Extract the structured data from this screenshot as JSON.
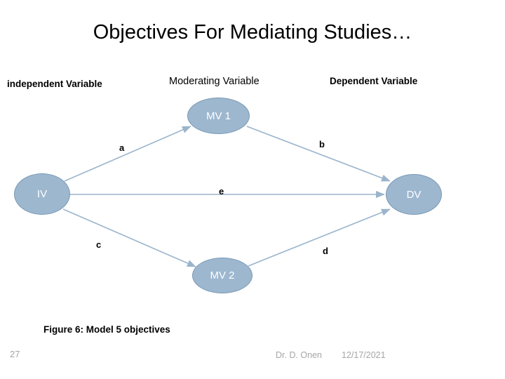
{
  "slide": {
    "title": "Objectives For Mediating Studies…",
    "caption": "Figure 6: Model 5 objectives",
    "page_number": "27",
    "footer_author": "Dr. D. Onen",
    "footer_date": "12/17/2021"
  },
  "column_headers": {
    "independent": "independent Variable",
    "moderating": "Moderating Variable",
    "dependent": "Dependent Variable"
  },
  "diagram": {
    "type": "node-link",
    "node_fill": "#9db7cf",
    "node_stroke": "#7a99b5",
    "arrow_color": "#9ab4cc",
    "nodes": [
      {
        "id": "MV1",
        "label": "MV 1"
      },
      {
        "id": "IV",
        "label": "IV"
      },
      {
        "id": "DV",
        "label": "DV"
      },
      {
        "id": "MV2",
        "label": "MV 2"
      }
    ],
    "edges": [
      {
        "id": "a",
        "label": "a",
        "from": "IV",
        "to": "MV1"
      },
      {
        "id": "b",
        "label": "b",
        "from": "MV1",
        "to": "DV"
      },
      {
        "id": "e",
        "label": "e",
        "from": "IV",
        "to": "DV"
      },
      {
        "id": "c",
        "label": "c",
        "from": "IV",
        "to": "MV2"
      },
      {
        "id": "d",
        "label": "d",
        "from": "MV2",
        "to": "DV"
      }
    ]
  }
}
